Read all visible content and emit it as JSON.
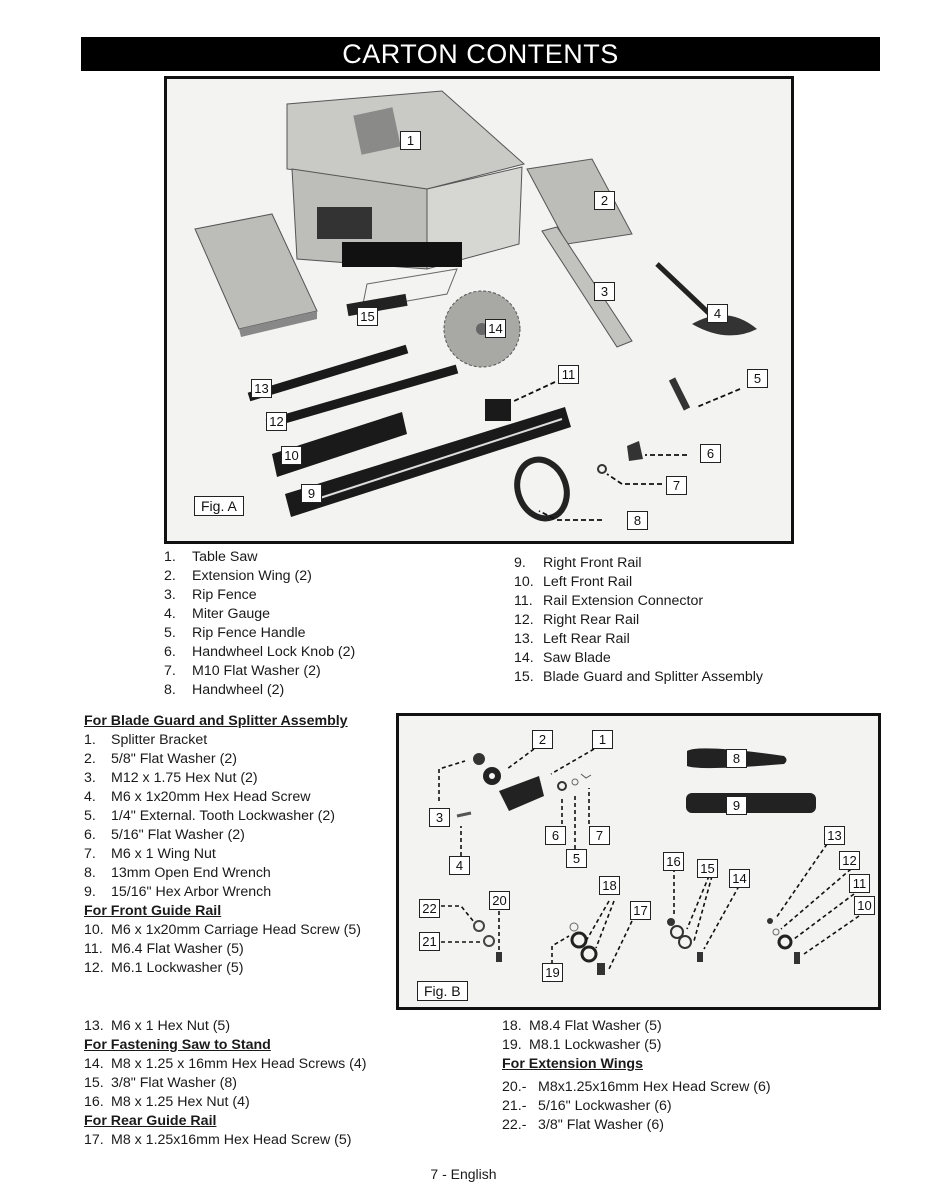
{
  "title": "CARTON CONTENTS",
  "fig_a": {
    "label": "Fig. A",
    "callouts": [
      "1",
      "2",
      "3",
      "4",
      "5",
      "6",
      "7",
      "8",
      "9",
      "10",
      "11",
      "12",
      "13",
      "14",
      "15"
    ]
  },
  "fig_b": {
    "label": "Fig. B",
    "callouts": [
      "1",
      "2",
      "3",
      "4",
      "5",
      "6",
      "7",
      "8",
      "9",
      "10",
      "11",
      "12",
      "13",
      "14",
      "15",
      "16",
      "17",
      "18",
      "19",
      "20",
      "21",
      "22"
    ]
  },
  "carton_list_left": [
    {
      "num": "1.",
      "text": "Table Saw"
    },
    {
      "num": "2.",
      "text": "Extension Wing (2)"
    },
    {
      "num": "3.",
      "text": "Rip Fence"
    },
    {
      "num": "4.",
      "text": "Miter Gauge"
    },
    {
      "num": "5.",
      "text": "Rip Fence Handle"
    },
    {
      "num": "6.",
      "text": "Handwheel Lock Knob (2)"
    },
    {
      "num": "7.",
      "text": "M10 Flat Washer (2)"
    },
    {
      "num": "8.",
      "text": "Handwheel (2)"
    }
  ],
  "carton_list_right": [
    {
      "num": "9.",
      "text": "Right Front Rail"
    },
    {
      "num": "10.",
      "text": "Left Front Rail"
    },
    {
      "num": "11.",
      "text": "Rail Extension Connector"
    },
    {
      "num": "12.",
      "text": "Right Rear Rail"
    },
    {
      "num": "13.",
      "text": "Left Rear Rail"
    },
    {
      "num": "14.",
      "text": "Saw Blade"
    },
    {
      "num": "15.",
      "text": "Blade Guard and Splitter Assembly"
    }
  ],
  "hardware": {
    "blade_guard_heading": "For Blade Guard and Splitter Assembly",
    "blade_guard_items": [
      {
        "num": "1.",
        "text": "Splitter Bracket"
      },
      {
        "num": "2.",
        "text": "5/8\" Flat Washer (2)"
      },
      {
        "num": "3.",
        "text": "M12 x 1.75 Hex Nut (2)"
      },
      {
        "num": "4.",
        "text": "M6 x 1x20mm Hex Head Screw"
      },
      {
        "num": "5.",
        "text": "1/4\" External. Tooth Lockwasher (2)"
      },
      {
        "num": "6.",
        "text": "5/16\" Flat Washer (2)"
      },
      {
        "num": "7.",
        "text": "M6 x 1 Wing Nut"
      },
      {
        "num": "8.",
        "text": "13mm Open End Wrench"
      },
      {
        "num": "9.",
        "text": "15/16\" Hex Arbor Wrench"
      }
    ],
    "front_rail_heading": "For Front Guide Rail",
    "front_rail_items": [
      {
        "num": "10.",
        "text": "M6 x 1x20mm Carriage Head Screw (5)"
      },
      {
        "num": "11.",
        "text": "M6.4 Flat Washer (5)"
      },
      {
        "num": "12.",
        "text": "M6.1 Lockwasher (5)"
      },
      {
        "num": "13.",
        "text": "M6 x 1 Hex Nut (5)"
      }
    ],
    "stand_heading": "For Fastening Saw to Stand",
    "stand_items": [
      {
        "num": "14.",
        "text": "M8 x 1.25 x 16mm Hex Head Screws (4)"
      },
      {
        "num": "15.",
        "text": "3/8\" Flat Washer (8)"
      },
      {
        "num": "16.",
        "text": "M8 x 1.25 Hex Nut (4)"
      }
    ],
    "rear_rail_heading": "For Rear Guide Rail",
    "rear_rail_items": [
      {
        "num": "17.",
        "text": "M8 x 1.25x16mm Hex Head Screw (5)"
      },
      {
        "num": "18.",
        "text": "M8.4 Flat Washer (5)"
      },
      {
        "num": "19.",
        "text": "M8.1 Lockwasher (5)"
      }
    ],
    "wings_heading": "For Extension Wings",
    "wings_items": [
      {
        "num": "20.-",
        "text": "M8x1.25x16mm Hex Head Screw (6)"
      },
      {
        "num": "21.-",
        "text": "5/16\" Lockwasher (6)"
      },
      {
        "num": "22.-",
        "text": "3/8\" Flat Washer (6)"
      }
    ]
  },
  "footer": "7 - English"
}
